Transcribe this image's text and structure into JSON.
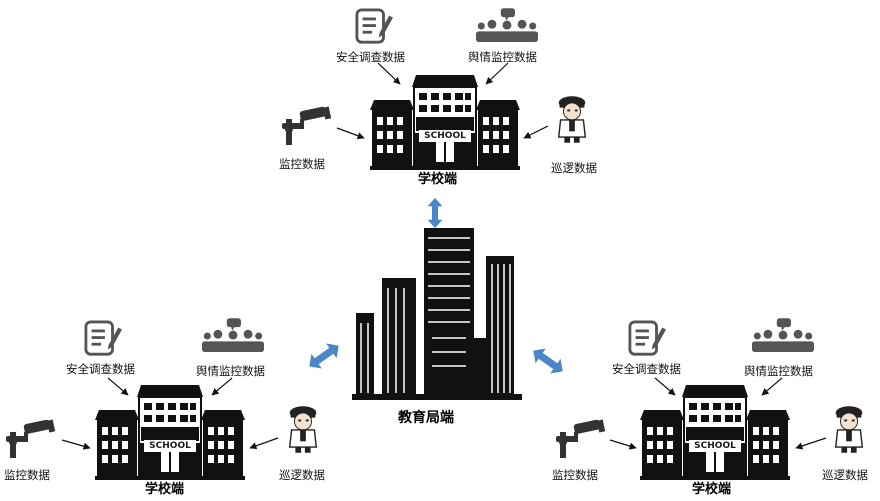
{
  "top": {
    "title": "学校端",
    "survey": "安全调查数据",
    "opinion": "舆情监控数据",
    "monitor": "监控数据",
    "patrol": "巡逻数据",
    "sign": "SCHOOL"
  },
  "left": {
    "title": "学校端",
    "survey": "安全调查数据",
    "opinion": "舆情监控数据",
    "monitor": "监控数据",
    "patrol": "巡逻数据",
    "sign": "SCHOOL"
  },
  "right": {
    "title": "学校端",
    "survey": "安全调查数据",
    "opinion": "舆情监控数据",
    "monitor": "监控数据",
    "patrol": "巡逻数据",
    "sign": "SCHOOL"
  },
  "center": {
    "title": "教育局端"
  },
  "icons": [
    "survey-document-icon",
    "meeting-opinion-icon",
    "surveillance-camera-icon",
    "police-officer-icon",
    "school-building-icon",
    "city-skyline-icon",
    "double-arrow-icon"
  ],
  "colors": {
    "arrow": "#4a86c8",
    "building": "#111111"
  }
}
